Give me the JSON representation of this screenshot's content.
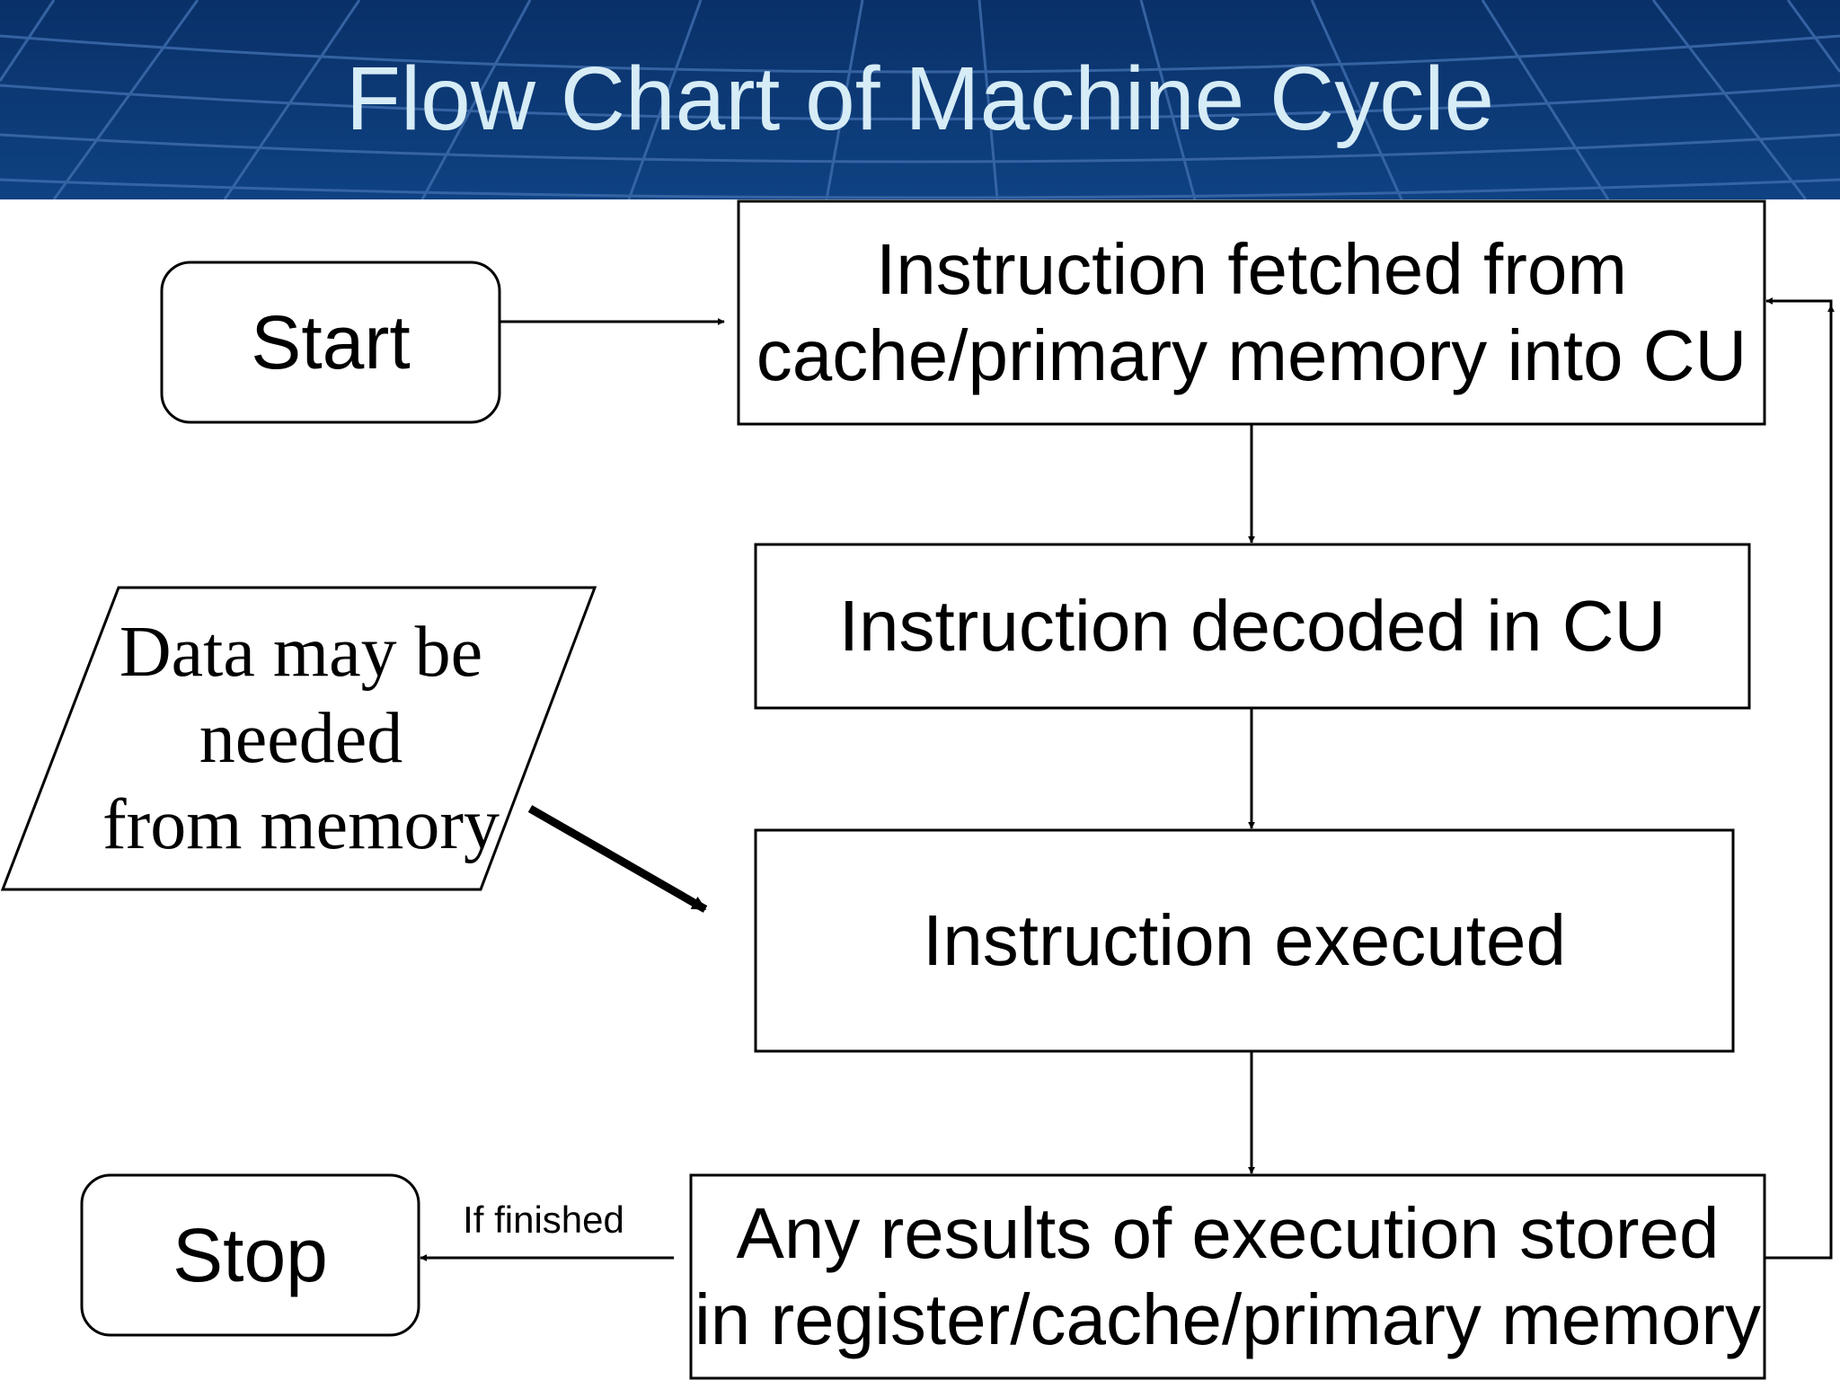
{
  "title": "Flow Chart of Machine Cycle",
  "colors": {
    "header_bg": "#0d3a74",
    "header_grid": "#3a68a8",
    "title_text": "#d6ecf6",
    "box_stroke": "#000000",
    "box_fill": "#ffffff"
  },
  "nodes": {
    "start": "Start",
    "fetch": [
      "Instruction fetched from",
      "cache/primary memory into CU"
    ],
    "decode": "Instruction decoded in CU",
    "execute": "Instruction executed",
    "store": [
      "Any results of execution stored",
      "in register/cache/primary memory"
    ],
    "stop": "Stop",
    "data": [
      "Data may be",
      "needed",
      "from memory"
    ]
  },
  "edges": {
    "finished_label": "If finished"
  }
}
